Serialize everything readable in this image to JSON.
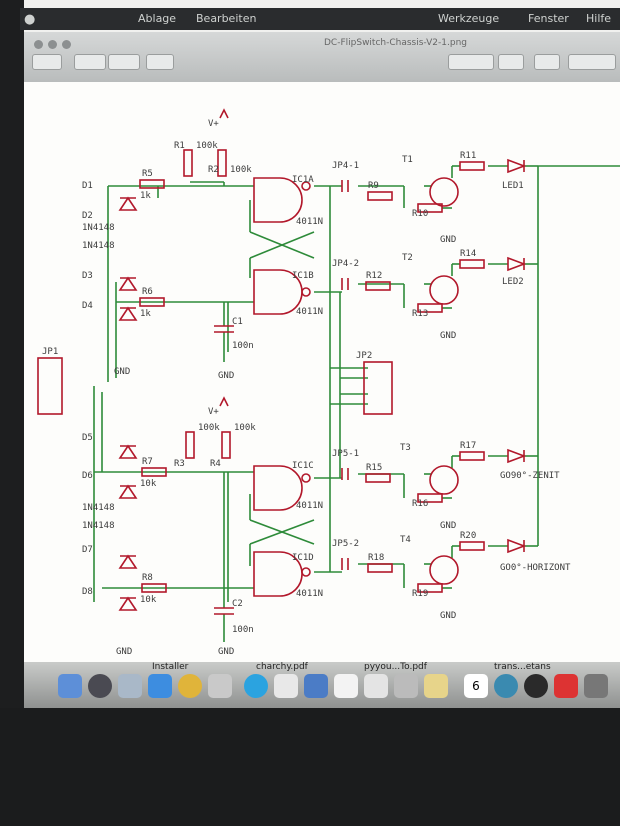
{
  "menubar": {
    "items": [
      "Ablage",
      "Bearbeiten",
      "Werkzeuge",
      "Fenster",
      "Hilfe"
    ]
  },
  "window": {
    "title": "DC-FlipSwitch-Chassis-V2-1.png"
  },
  "schematic": {
    "connectors": {
      "jp1": "JP1",
      "jp2": "JP2"
    },
    "supply": {
      "vplus": "V+",
      "gnd": "GND"
    },
    "resistors": {
      "r1": "R1",
      "r2": "R2",
      "r3": "R3",
      "r4": "R4",
      "r1_val": "100k",
      "r2_val": "100k",
      "r3_val": "100k",
      "r4_val": "100k",
      "r5": "R5",
      "r6": "R6",
      "r7": "R7",
      "r8": "R8",
      "r5_val": "1k",
      "r6_val": "1k",
      "r7_val": "10k",
      "r8_val": "10k",
      "r9": "R9",
      "r10": "R10",
      "r11": "R11",
      "r12": "R12",
      "r13": "R13",
      "r14": "R14",
      "r15": "R15",
      "r16": "R16",
      "r17": "R17",
      "r18": "R18",
      "r19": "R19",
      "r20": "R20"
    },
    "diodes": {
      "d1": "D1",
      "d2": "D2",
      "d3": "D3",
      "d4": "D4",
      "d5": "D5",
      "d6": "D6",
      "d7": "D7",
      "d8": "D8",
      "part": "1N4148"
    },
    "capacitors": {
      "c1": "C1",
      "c1_val": "100n",
      "c2": "C2",
      "c2_val": "100n"
    },
    "gates": {
      "ic1a": "IC1A",
      "ic1b": "IC1B",
      "ic1c": "IC1C",
      "ic1d": "IC1D",
      "part": "4011N"
    },
    "jumpers": {
      "jp4_1": "JP4-1",
      "jp4_2": "JP4-2",
      "jp5_1": "JP5-1",
      "jp5_2": "JP5-2"
    },
    "transistors": {
      "t1": "T1",
      "t2": "T2",
      "t3": "T3",
      "t4": "T4"
    },
    "leds": {
      "led1": "LED1",
      "led2": "LED2",
      "led3": "GO90°-ZENIT",
      "led4": "GO0°-HORIZONT"
    }
  },
  "dock": {
    "labels": [
      "Installer",
      "charchy.pdf",
      "pyyou...To.pdf",
      "trans...etans"
    ],
    "calendar_day": "6"
  }
}
